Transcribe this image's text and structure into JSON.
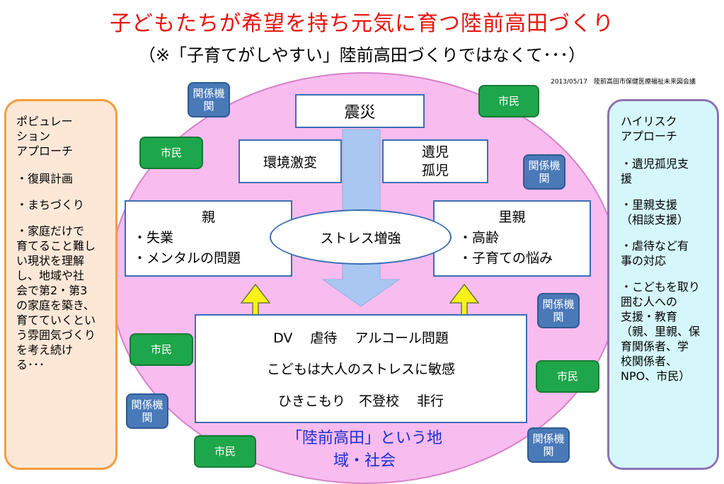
{
  "title": "子どもたちが希望を持ち元気に育つ陸前高田づくり",
  "subtitle": "（※「子育てがしやすい」陸前高田づくりではなくて･･･）",
  "dateline": "2013/05/17　陸前高田市保健医療福祉未来図会議",
  "left_panel": {
    "heading": [
      "ポピュレー",
      "ション",
      "アプローチ"
    ],
    "items": [
      [
        "・復興計画"
      ],
      [
        "・まちづくり"
      ],
      [
        "・家庭だけで",
        "育てること難し",
        "い現状を理解",
        "し、地域や社",
        "会で第2・第3",
        "の家庭を築き、",
        "育てていくとい",
        "う雰囲気づくり",
        "を考え続け",
        "る･･･"
      ]
    ]
  },
  "right_panel": {
    "heading": [
      "ハイリスク",
      "アプローチ"
    ],
    "items": [
      [
        "・遺児孤児支",
        "援"
      ],
      [
        "・里親支援",
        "（相談支援）"
      ],
      [
        "・虐待など有",
        "事の対応"
      ],
      [
        "・こどもを取り",
        "囲む人への",
        "支援・教育",
        "（親、里親、保",
        "育関係者、学",
        "校関係者、",
        "NPO、市民）"
      ]
    ]
  },
  "center": {
    "quake": "震災",
    "env_change": "環境激変",
    "orphans": [
      "遺児",
      "孤児"
    ],
    "parents": [
      "親",
      "・失業",
      "・メンタルの問題"
    ],
    "stress": "ストレス増強",
    "foster": [
      "里親",
      "・高齢",
      "・子育ての悩み"
    ],
    "child_lines": [
      "DV　 虐待　 アルコール問題",
      "こどもは大人のストレスに敏感",
      "ひきこもり　不登校　 非行"
    ],
    "community": [
      "「陸前高田」という地",
      "域・社会"
    ]
  },
  "tags": {
    "kikan": [
      "関係機",
      "関"
    ],
    "shimin": "市民"
  },
  "colors": {
    "title": "#e8120c",
    "ellipse_fill": "#f9bcef",
    "left_panel_border": "#f59c3c",
    "right_panel_border": "#8e72b4",
    "kikan_tag": "#4a79b8",
    "shimin_tag": "#1ea64a",
    "stress_arrow": "#a9c7f0",
    "input_arrow": "#f8f21a",
    "community_text": "#1a2fcf"
  }
}
